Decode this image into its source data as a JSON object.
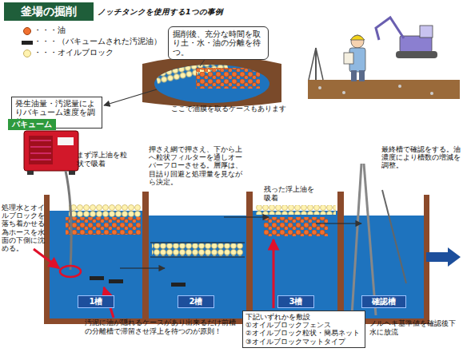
{
  "diagram": {
    "title": "釜場の掘削",
    "nodes": [
      {
        "text": [
          "掘削後、充分な時間を取り土・水・油の分離を待つ。"
        ]
      },
      {
        "text": [
          "発生油量・汚泥量によりバキューム速度を調整"
        ]
      },
      {
        "text": [
          "バキューム"
        ]
      },
      {
        "text": [
          "1槽"
        ]
      },
      {
        "text": [
          "2槽"
        ]
      },
      {
        "text": [
          "3槽"
        ]
      },
      {
        "text": [
          "確認槽"
        ]
      },
      {
        "text": [
          "下記いずれかを敷設",
          "①オイルブロックフェンス",
          "②オイルブロック粒状・簡易ネット",
          "③オイルブロックマットタイプ"
        ]
      }
    ],
    "labels": [
      "ノッチタンクを使用する1つの事例",
      "ここで油膜を取るケースもあります",
      "まず浮上油を粒状で吸着",
      "押さえ網で押さえ、下から上へ粒状フィルターを通しオーバーフローさせる。層厚は、目詰り回避と処理量を見ながら決定。",
      "残った浮上油を吸着",
      "最終槽で確認をする。油濃度により槽数の増減を調整。",
      "処理水とオイルブロックを落ち着かせる為ホースを水面の下側に沈める。",
      "汚泥に油が隠れるケースがあり出来るだけ前槽の分離槽で滞留させ浮上を待つのが原則！",
      "ノルヘキ基準値を確認後下水に放流"
    ],
    "legend": [
      {
        "text": "・・・油",
        "color": "#f07030"
      },
      {
        "text": "・・・（バキュームされた汚泥油）",
        "color": "#222222"
      },
      {
        "text": "・・・オイルブロック",
        "color": "#fff3b0"
      }
    ]
  }
}
